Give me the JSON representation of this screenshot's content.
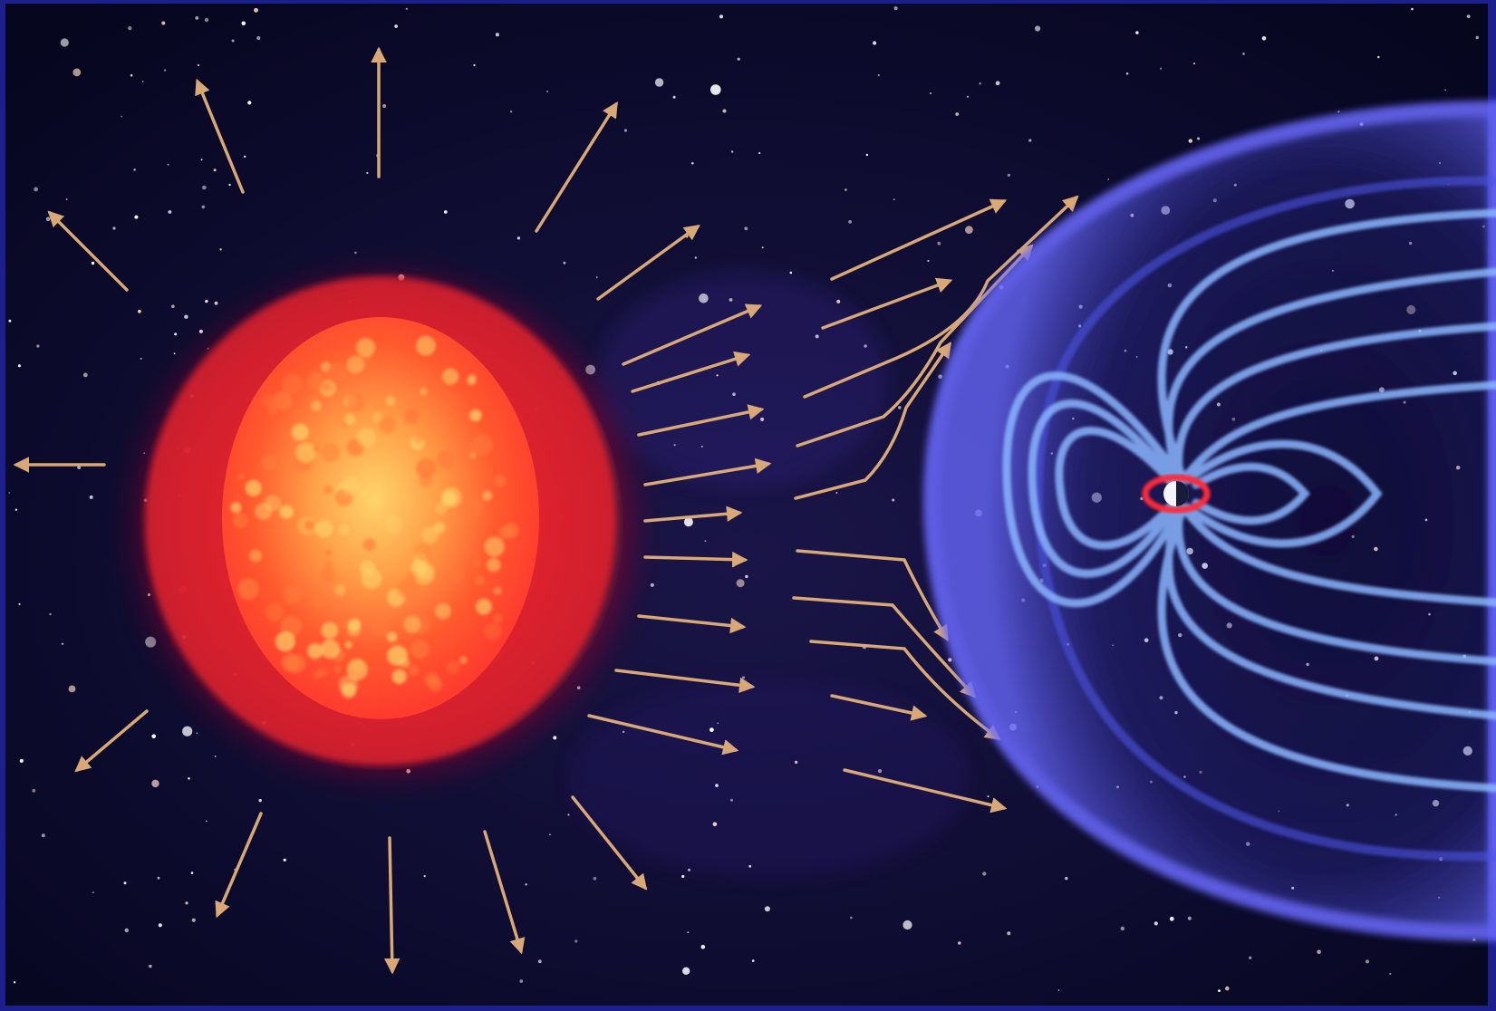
{
  "scene": {
    "subject": "solar-wind-earth-magnetosphere",
    "elements": [
      "sun",
      "solar-wind-arrows",
      "magnetosphere",
      "earth"
    ],
    "colors": {
      "frame": "#1c1f8c",
      "space": "#0b0a2e",
      "sun_core": "#ffb347",
      "sun_mid": "#ff4d2e",
      "sun_glow": "#c4122a",
      "arrow": "#d9a877",
      "magnetosphere": "#5a66ff",
      "field_lines": "#7fb4ff",
      "earth_ring": "#ff2a3a",
      "star": "#ffffff"
    }
  }
}
